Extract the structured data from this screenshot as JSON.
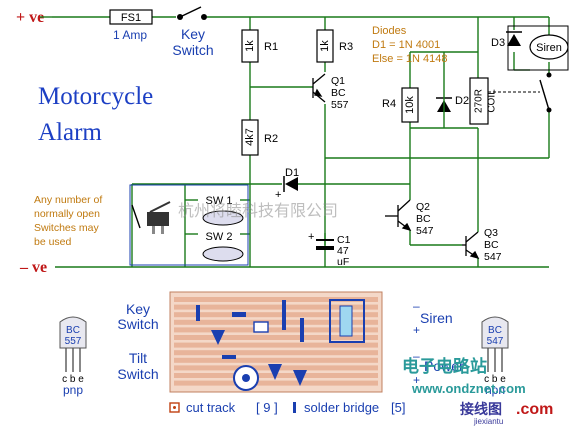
{
  "title": {
    "line1": "Motorcycle",
    "line2": "Alarm"
  },
  "rails": {
    "positive": "+ ve",
    "negative": "– ve"
  },
  "fuse": {
    "id": "FS1",
    "rating": "1 Amp"
  },
  "key_switch": {
    "line1": "Key",
    "line2": "Switch"
  },
  "resistors": {
    "r1": {
      "value": "1k",
      "ref": "R1"
    },
    "r2": {
      "value": "4k7",
      "ref": "R2"
    },
    "r3": {
      "value": "1k",
      "ref": "R3"
    },
    "r4": {
      "value": "10k",
      "ref": "R4"
    }
  },
  "coil": {
    "line1": "270R",
    "line2": "COIL"
  },
  "diodes_note": {
    "heading": "Diodes",
    "d1": "D1 = 1N 4001",
    "else": "Else = 1N 4148"
  },
  "d1_label": "D1",
  "d2_label": "D2",
  "d3_label": "D3",
  "siren": "Siren",
  "q1": {
    "ref": "Q1",
    "type": "BC",
    "num": "557"
  },
  "q2": {
    "ref": "Q2",
    "type": "BC",
    "num": "547"
  },
  "q3": {
    "ref": "Q3",
    "type": "BC",
    "num": "547"
  },
  "c1": {
    "ref": "C1",
    "value": "47",
    "unit": "uF"
  },
  "sw1": "SW 1",
  "sw2": "SW 2",
  "switches_note": {
    "l1": "Any number of",
    "l2": "normally open",
    "l3": "Switches may",
    "l4": "be used"
  },
  "watermark": "杭州将睦科技有限公司",
  "board_labels": {
    "key_switch_l1": "Key",
    "key_switch_l2": "Switch",
    "tilt_switch_l1": "Tilt",
    "tilt_switch_l2": "Switch",
    "siren": "Siren",
    "power": "Power",
    "plus": "+",
    "minus": "–"
  },
  "pnp_pinout": {
    "type": "BC",
    "num": "557",
    "pins": "c b e",
    "label": "pnp"
  },
  "npn_pinout": {
    "type": "BC",
    "num": "547",
    "pins": "c b e",
    "label": "npn"
  },
  "legend": {
    "cut_track": "cut track",
    "cut_count": "[ 9 ]",
    "bridge": "solder bridge",
    "bridge_count": "[5]"
  },
  "site_marks": {
    "cn_site": "电子电路站",
    "url": "www.ondznet.com",
    "jx": "接线图",
    "com": ".com",
    "jx_url": "jiexiantu"
  },
  "colors": {
    "wire": "#1a7a1a",
    "text_blue": "#1a3fb0",
    "title_blue": "#1c3fc4",
    "red": "#c01818",
    "note": "#c07a10",
    "track": "#e8b49a",
    "board": "#f4d8c8"
  }
}
